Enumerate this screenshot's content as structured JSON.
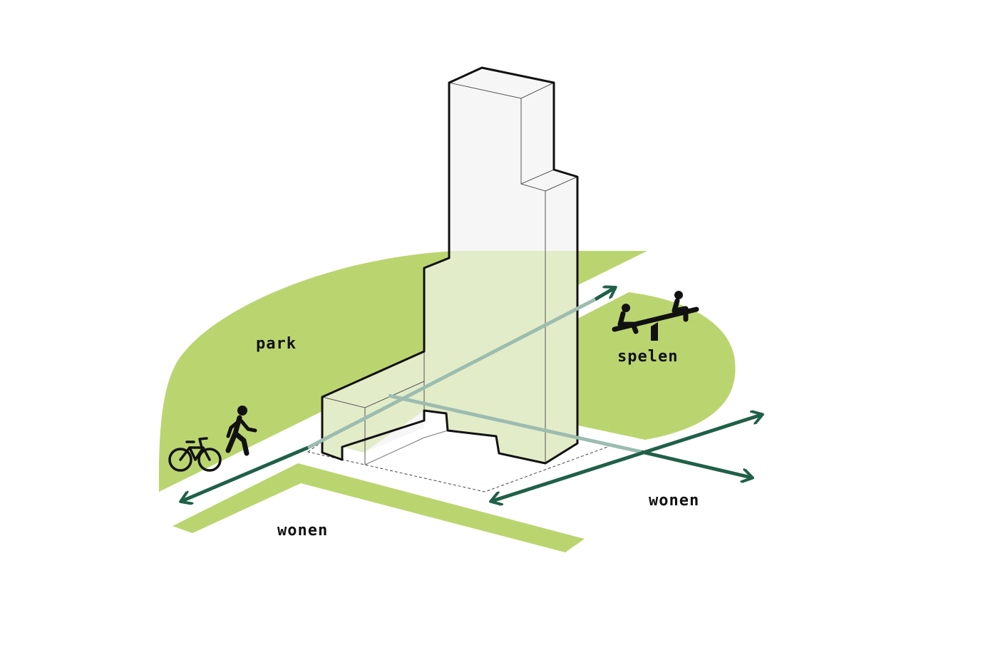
{
  "labels": {
    "park": "park",
    "spelen": "spelen",
    "wonen_right": "wonen",
    "wonen_bottom": "wonen"
  },
  "icons": {
    "bicycle": "bicycle-icon",
    "pedestrian": "pedestrian-icon",
    "seesaw": "seesaw-icon"
  },
  "colors": {
    "green_area": "#bad56f",
    "green_light": "#dfeabf",
    "arrow": "#1f6048",
    "arrow_faded": "#9cbcb0",
    "building_fill": "#f6f6f6",
    "outline": "#111111"
  }
}
